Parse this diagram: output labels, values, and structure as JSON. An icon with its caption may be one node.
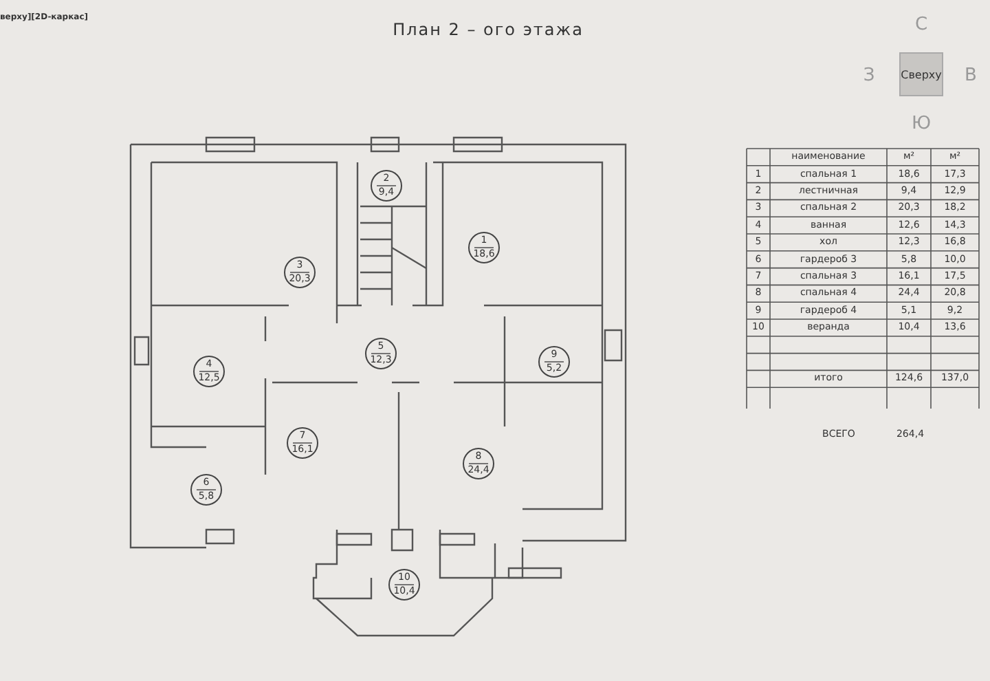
{
  "diagram": {
    "title": "План 2 – ого этажа",
    "labels": [
      "верху][2D-каркас]",
      "С",
      "З",
      "Сверху",
      "В",
      "Ю",
      "2",
      "9,4",
      "1",
      "18,6",
      "3",
      "20,3",
      "4",
      "12,5",
      "5",
      "12,3",
      "9",
      "5,2",
      "7",
      "16,1",
      "8",
      "24,4",
      "6",
      "5,8",
      "10",
      "10,4",
      "наименование",
      "м²",
      "м²",
      "1",
      "спальная 1",
      "18,6",
      "17,3",
      "2",
      "лестничная",
      "9,4",
      "12,9",
      "3",
      "спальная 2",
      "20,3",
      "18,2",
      "4",
      "ванная",
      "12,6",
      "14,3",
      "5",
      "хол",
      "12,3",
      "16,8",
      "6",
      "гардероб 3",
      "5,8",
      "10,0",
      "7",
      "спальная 3",
      "16,1",
      "17,5",
      "8",
      "спальная 4",
      "24,4",
      "20,8",
      "9",
      "гардероб 4",
      "5,1",
      "9,2",
      "10",
      "веранда",
      "10,4",
      "13,6",
      "итого",
      "124,6",
      "137,0",
      "ВСЕГО",
      "264,4"
    ]
  }
}
